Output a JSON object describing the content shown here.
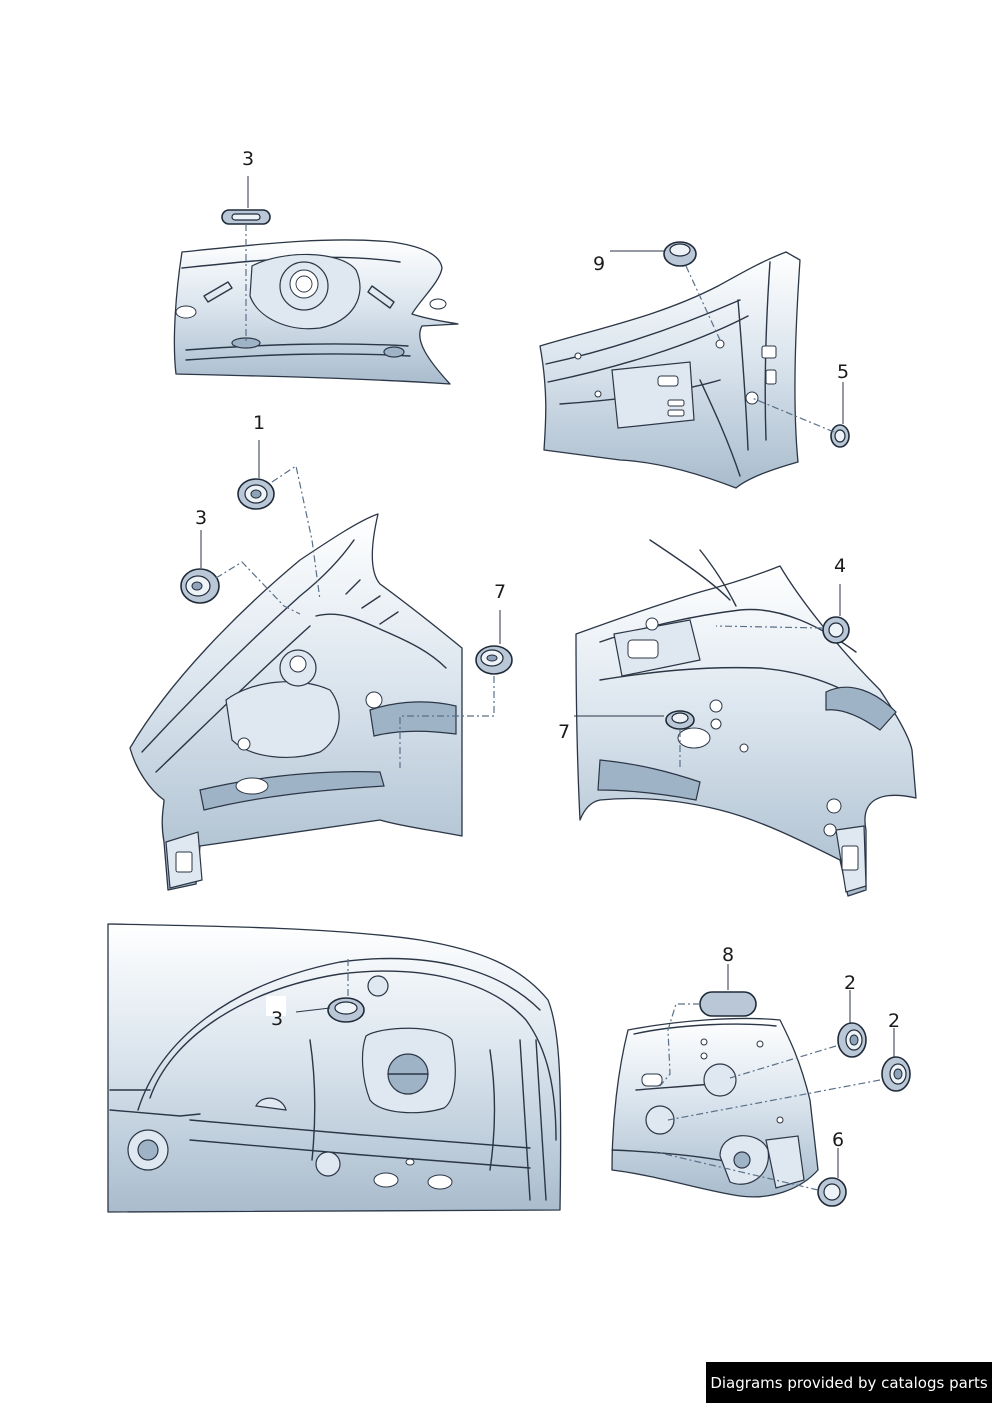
{
  "callouts": {
    "c1": "1",
    "c2a": "2",
    "c2b": "2",
    "c3a": "3",
    "c3b": "3",
    "c3c": "3",
    "c4": "4",
    "c5": "5",
    "c6": "6",
    "c7a": "7",
    "c7b": "7",
    "c8": "8",
    "c9": "9"
  },
  "footer": {
    "text": "Diagrams provided by catalogs parts"
  },
  "colors": {
    "panel_shade": "#a9bccd",
    "outline": "#2b3646",
    "footer_bg": "#000000"
  }
}
